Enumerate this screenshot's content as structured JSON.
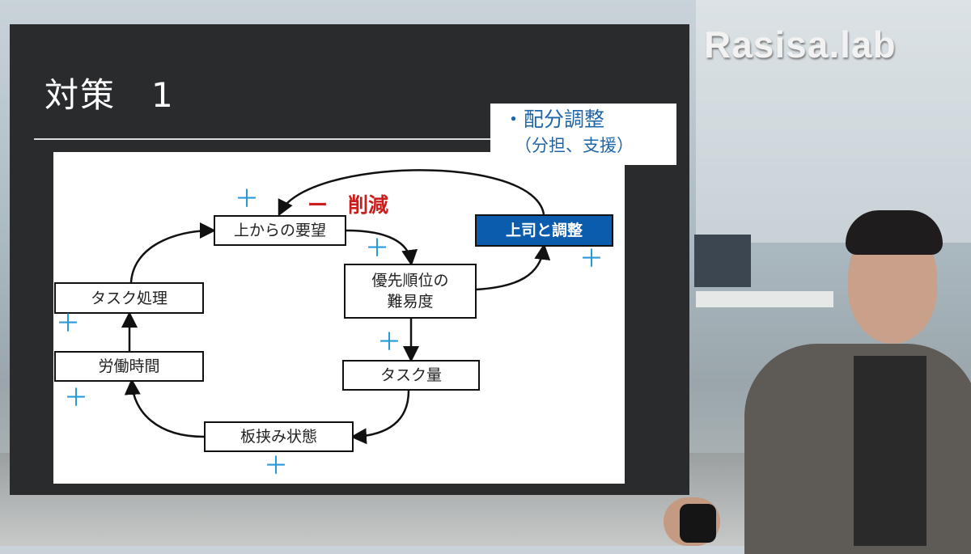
{
  "slide": {
    "title": "対策　1",
    "callout": {
      "line1": "・配分調整",
      "line2": "（分担、支援）"
    }
  },
  "logo": "Rasisa.lab",
  "diagram": {
    "nodes": {
      "demand": "上からの要望",
      "boss": "上司と調整",
      "priority": "優先順位の\n難易度",
      "task_amount": "タスク量",
      "sandwich": "板挟み状態",
      "work_hours": "労働時間",
      "task_processing": "タスク処理"
    },
    "reduction_label": "ー　削減",
    "plus": "＋"
  },
  "colors": {
    "accent_blue": "#0b5cad",
    "plus_blue": "#2a9ad6",
    "reduction_red": "#cc1d1d"
  }
}
